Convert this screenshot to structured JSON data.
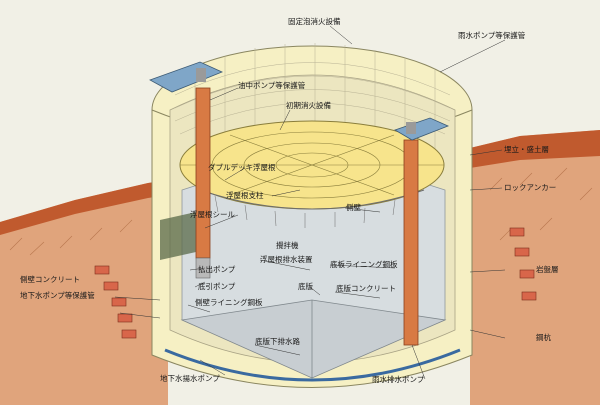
{
  "diagram": {
    "labels": {
      "fixed_fire": "固定泡消火設備",
      "rain_pump_guard": "雨水ポンプ等保護管",
      "submerged_pump_guard": "油中ポンプ等保護管",
      "initial_fire": "初期消火設備",
      "backfill": "埋立・盛土層",
      "double_deck": "ダブルデッキ浮屋根",
      "roof_support": "浮屋根支柱",
      "rock_anchor": "ロックアンカー",
      "roof_seal": "浮屋根シール",
      "side_wall": "側壁",
      "stirrer": "攪拌機",
      "bedrock": "岩盤層",
      "discharge_pump": "払出ポンプ",
      "roof_drain": "浮屋根排水装置",
      "bottom_lining": "底板ライニング鋼板",
      "wall_concrete": "側壁コンクリート",
      "bottom_pump": "底引ポンプ",
      "bottom_slab": "底版",
      "bottom_concrete": "底版コンクリート",
      "gw_pump_guard": "地下水ポンプ等保護管",
      "wall_lining": "側壁ライニング鋼板",
      "pile": "鋼杭",
      "under_slab_drain": "底版下排水路",
      "gw_pump": "地下水揚水ポンプ",
      "rain_pump": "雨水排水ポンプ"
    },
    "colors": {
      "ground": "#e0a47c",
      "topsoil": "#c05a2e",
      "wall_cream": "#f6f0c4",
      "roof_yellow": "#f7e48c",
      "lining_gray": "#d7dde0",
      "pipe_orange": "#d87a44",
      "callout_box": "#d8664a"
    }
  }
}
